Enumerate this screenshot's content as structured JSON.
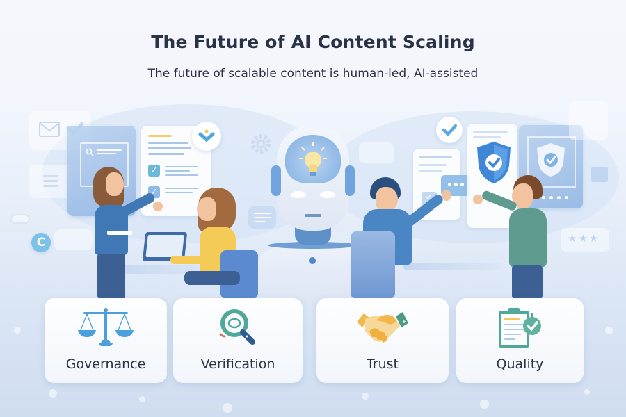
{
  "header": {
    "title": "The Future of AI Content Scaling",
    "subtitle": "The future of scalable content is human-led, AI-assisted"
  },
  "illustration": {
    "center": {
      "figure": "robot",
      "head_icon": "lightbulb-icon"
    },
    "left_people": [
      "woman-presenting",
      "woman-at-laptop"
    ],
    "right_people": [
      "man-seated-pointing",
      "man-standing-pointing"
    ],
    "floating_icons": [
      "mail-icon",
      "chat-bubble-icon",
      "copyright-icon",
      "gear-icon",
      "checkmark-badge-icon",
      "shield-check-icon",
      "star-rating-icon"
    ],
    "rating_stars": 3
  },
  "cards": [
    {
      "label": "Governance",
      "icon": "scales-icon"
    },
    {
      "label": "Verification",
      "icon": "magnifier-icon"
    },
    {
      "label": "Trust",
      "icon": "handshake-icon"
    },
    {
      "label": "Quality",
      "icon": "clipboard-check-icon"
    }
  ],
  "colors": {
    "title": "#2a3346",
    "accent_blue": "#4a90d9",
    "teal": "#4fa89a",
    "gold": "#f2b84b",
    "background_top": "#f6f7fc",
    "background_bottom": "#cfddf0"
  }
}
